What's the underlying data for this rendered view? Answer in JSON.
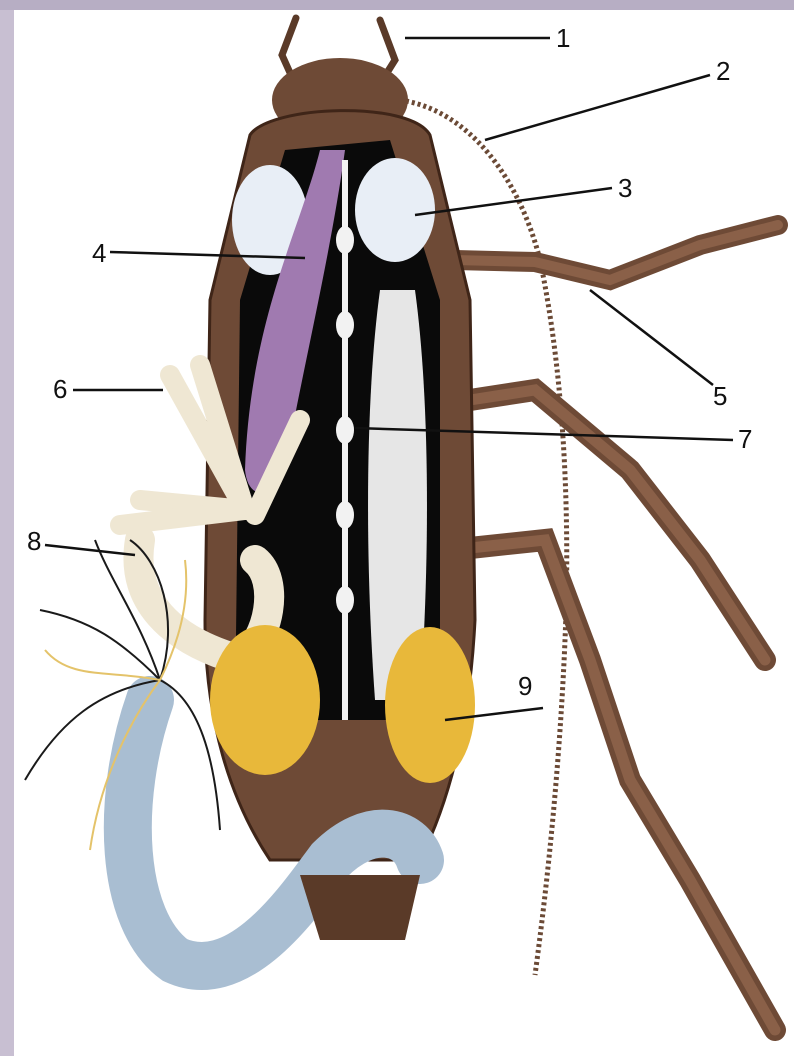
{
  "labels": [
    {
      "id": "1",
      "text": "1"
    },
    {
      "id": "2",
      "text": "2"
    },
    {
      "id": "3",
      "text": "3"
    },
    {
      "id": "4",
      "text": "4"
    },
    {
      "id": "5",
      "text": "5"
    },
    {
      "id": "6",
      "text": "6"
    },
    {
      "id": "7",
      "text": "7"
    },
    {
      "id": "8",
      "text": "8"
    },
    {
      "id": "9",
      "text": "9"
    }
  ],
  "colors": {
    "side_band": "#c8bfd2",
    "top_band": "#b7aec4",
    "shell": "#6e4a36",
    "shell_dark": "#3f2518",
    "cavity": "#0a0a0a",
    "nerve_cord": "#f2f2f2",
    "fat_body": "#e6e6e6",
    "crop_purple": "#a07ab0",
    "gland_cream": "#efe7d3",
    "ovary_yellow": "#e8b83a",
    "gut_blue": "#8ea7c2",
    "leader": "#111111"
  }
}
